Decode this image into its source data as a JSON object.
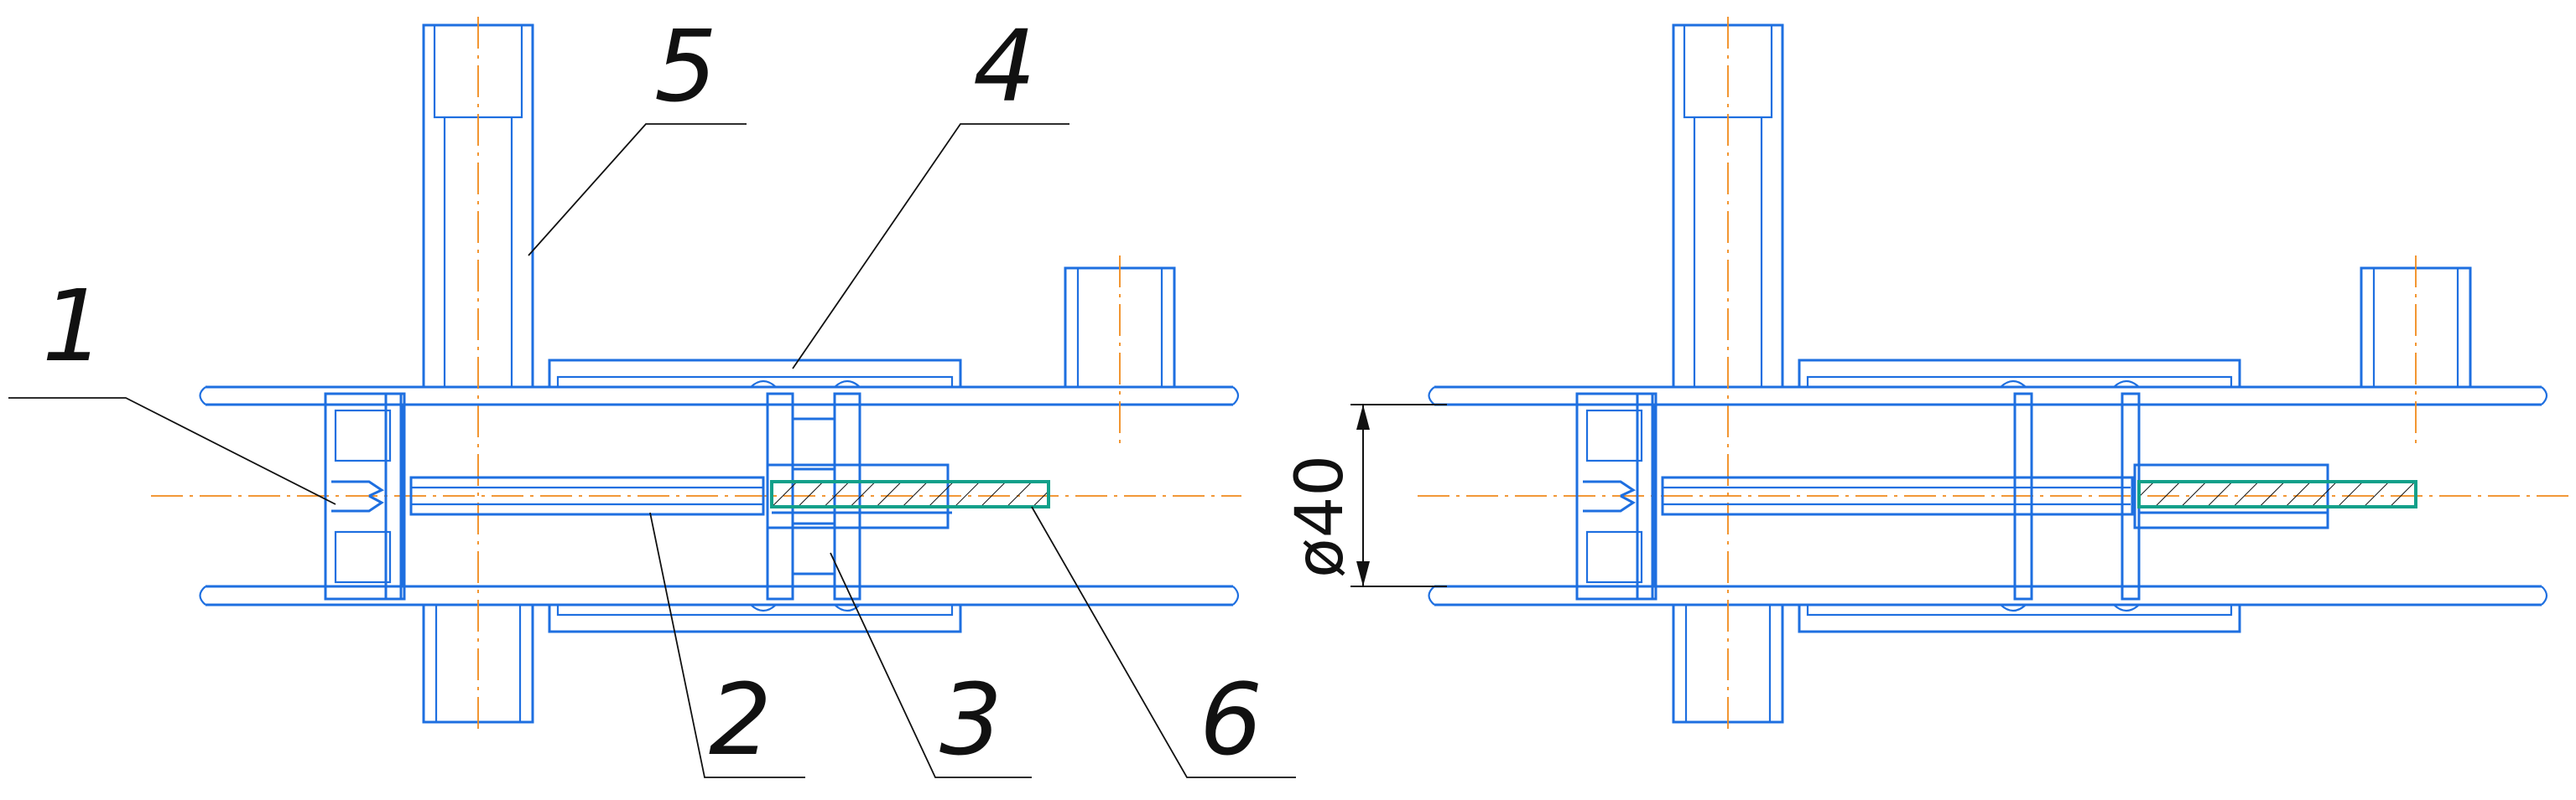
{
  "callouts": {
    "part_1": "1",
    "part_2": "2",
    "part_3": "3",
    "part_4": "4",
    "part_5": "5",
    "part_6": "6"
  },
  "dimension": {
    "diameter": "ø40"
  },
  "colors": {
    "outline": "#1e6fe0",
    "centerline": "#f08a1c",
    "leader": "#111111",
    "hatch_border": "#12a08a"
  }
}
